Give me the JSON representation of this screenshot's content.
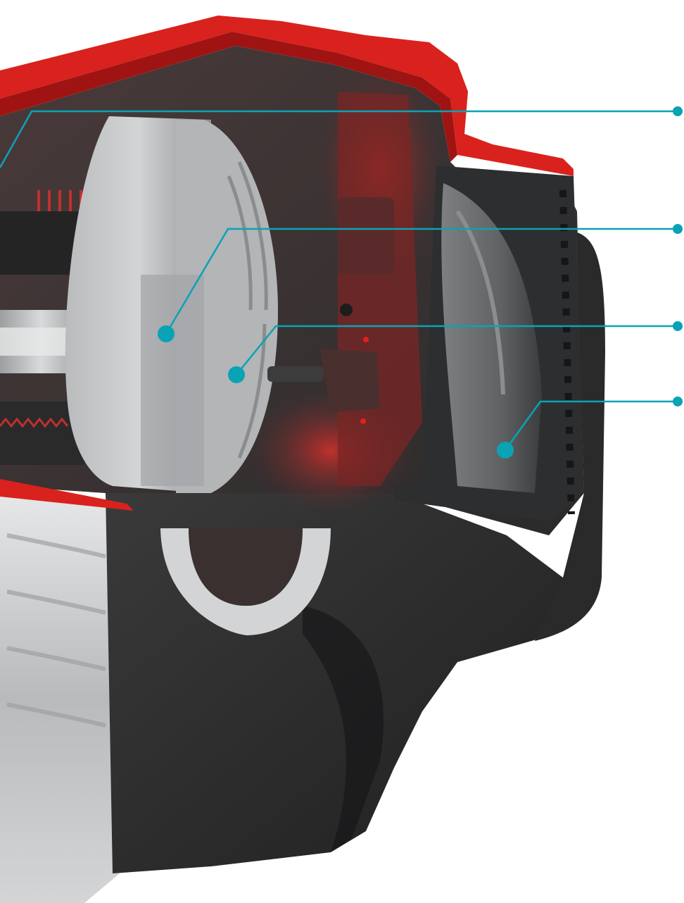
{
  "diagram": {
    "kind": "cutaway-illustration",
    "colors": {
      "background": "#ffffff",
      "housing_red": "#e0211c",
      "housing_dark": "#2f2f30",
      "metal_light": "#cfd0d1",
      "metal_mid": "#a9abad",
      "callout": "#0aa3b5"
    },
    "callouts": [
      {
        "name": "callout-1"
      },
      {
        "name": "callout-2"
      },
      {
        "name": "callout-3"
      },
      {
        "name": "callout-4"
      }
    ]
  }
}
